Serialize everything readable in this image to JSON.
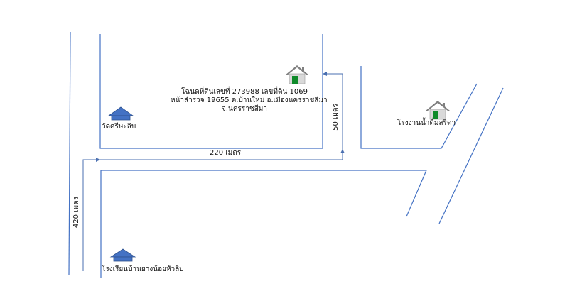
{
  "parcel": {
    "line1": "โฉนดที่ดินเลขที่ 273988 เลขที่ดิน 1069",
    "line2": "หน้าสำรวจ 19655 ต.บ้านใหม่ อ.เมืองนครราชสีมา",
    "line3": "จ.นครราชสีมา"
  },
  "places": {
    "temple": "วัดศรีษะลิบ",
    "factory": "โรงงานน้ำดื่มสริดา",
    "school": "โรงเรียนบ้านยางน้อยหัวลิบ"
  },
  "distances": {
    "d1": "220 เมตร",
    "d2": "50 เมตร",
    "d3": "420 เมตร"
  },
  "colors": {
    "road": "#4472c4",
    "arrow": "#4a6fb0",
    "house_blue": "#4472c4",
    "house_green": "#0f8a2a",
    "roof_gray": "#808080"
  }
}
